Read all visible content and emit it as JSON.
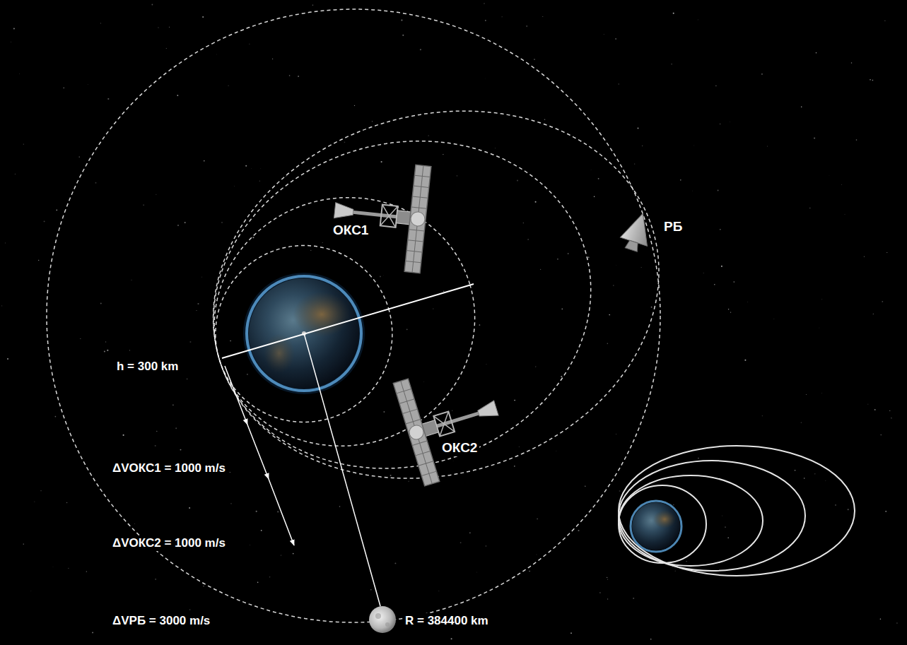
{
  "diagram": {
    "labels": [
      "ОКС1",
      "РБ",
      "h = 300 km",
      "ОКС2",
      "ΔVОКС1 = 1000 m/s",
      "ΔVОКС2 = 1000 m/s",
      "ΔVРБ = 3000 m/s",
      "R = 384400 km"
    ]
  }
}
